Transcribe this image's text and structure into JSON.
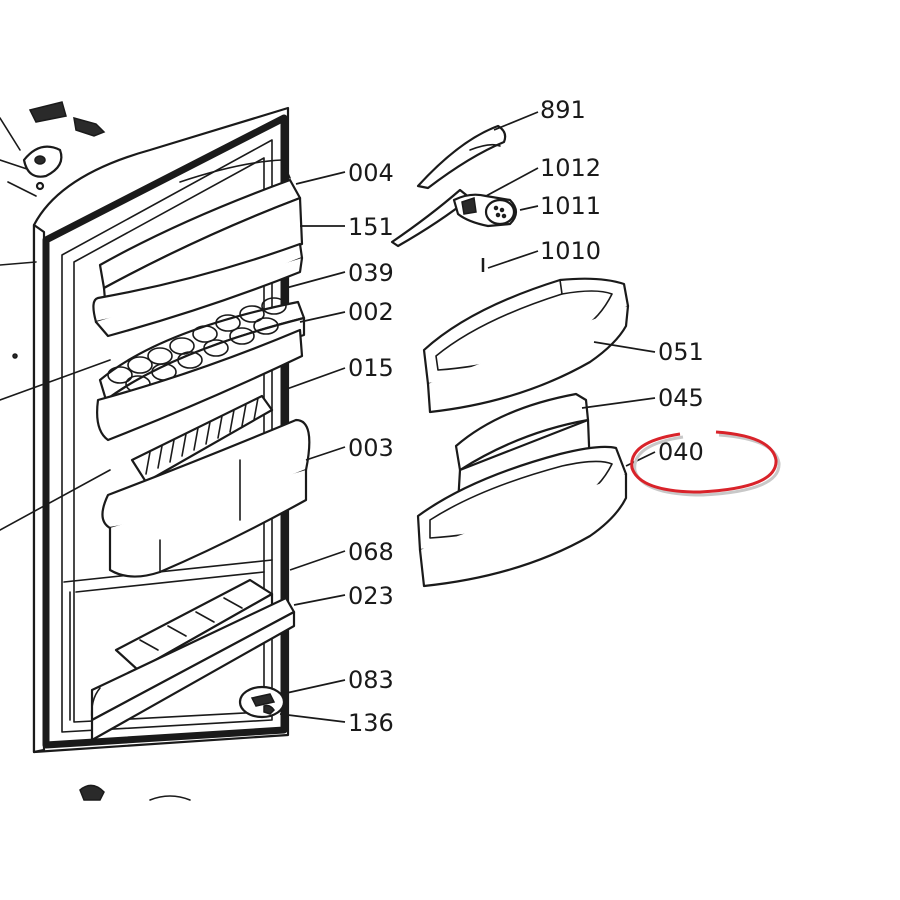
{
  "diagram": {
    "callouts": [
      {
        "id": "891",
        "label": "891"
      },
      {
        "id": "1012",
        "label": "1012"
      },
      {
        "id": "1011",
        "label": "1011"
      },
      {
        "id": "1010",
        "label": "1010"
      },
      {
        "id": "004",
        "label": "004"
      },
      {
        "id": "151",
        "label": "151"
      },
      {
        "id": "039",
        "label": "039"
      },
      {
        "id": "002",
        "label": "002"
      },
      {
        "id": "015",
        "label": "015"
      },
      {
        "id": "003",
        "label": "003"
      },
      {
        "id": "051",
        "label": "051"
      },
      {
        "id": "045",
        "label": "045"
      },
      {
        "id": "040",
        "label": "040"
      },
      {
        "id": "068",
        "label": "068"
      },
      {
        "id": "023",
        "label": "023"
      },
      {
        "id": "083",
        "label": "083"
      },
      {
        "id": "136",
        "label": "136"
      }
    ],
    "highlighted_part": "040",
    "highlight_color": "#d9232a"
  }
}
